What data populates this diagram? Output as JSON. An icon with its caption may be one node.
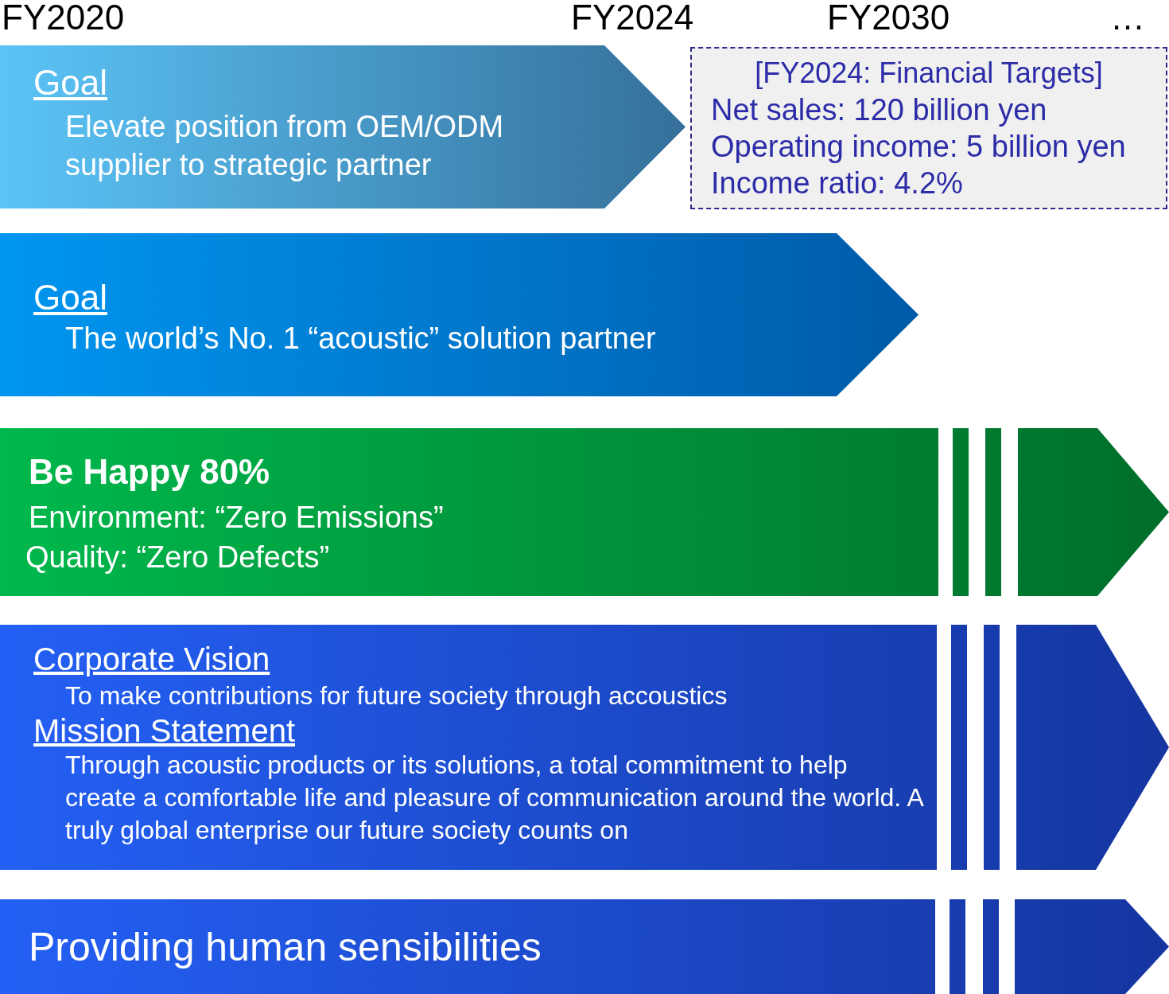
{
  "diagram": {
    "nodes": [
      {
        "text": [
          "Goal",
          "Elevate position from OEM/ODM supplier to strategic partner"
        ]
      },
      {
        "text": [
          "[FY2024: Financial Targets]",
          "Net sales: 120 billion yen",
          "Operating income: 5 billion yen",
          "Income ratio: 4.2%"
        ]
      },
      {
        "text": [
          "Goal",
          "The world’s No. 1 “acoustic” solution partner"
        ]
      },
      {
        "text": [
          "Be Happy 80%",
          "Environment: “Zero Emissions”",
          "Quality: “Zero Defects”"
        ]
      },
      {
        "text": [
          "Corporate Vision",
          "To make contributions for future society through accoustics",
          "Mission Statement",
          "Through acoustic products or its solutions, a total commitment to help create a comfortable life and pleasure of communication around the world. A truly global enterprise our future society counts on"
        ]
      },
      {
        "text": [
          "Providing human sensibilities"
        ]
      }
    ],
    "labels": [
      "FY2020",
      "FY2024",
      "FY2030",
      "…"
    ]
  }
}
